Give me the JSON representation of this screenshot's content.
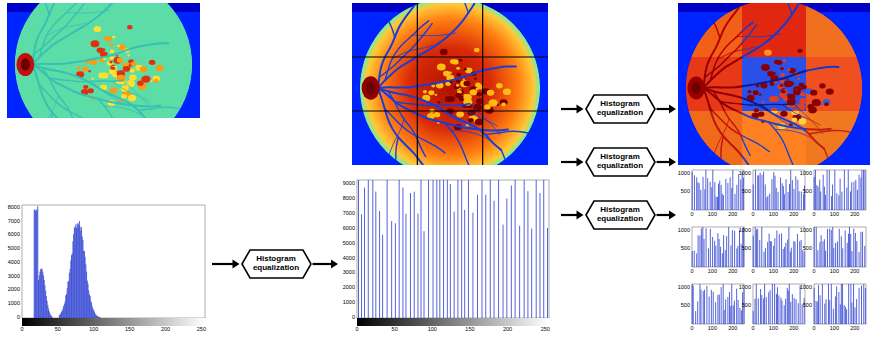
{
  "diagram": {
    "nodes": [
      {
        "text": [
          "Histogram equalization"
        ]
      },
      {
        "text": [
          "Histogram equalization"
        ]
      },
      {
        "text": [
          "Histogram equalization"
        ]
      },
      {
        "text": [
          "Histogram equalization"
        ]
      }
    ],
    "labels": [
      "8000",
      "7000",
      "6000",
      "5000",
      "4000",
      "3000",
      "2000",
      "1000",
      "0",
      "0",
      "50",
      "100",
      "150",
      "200",
      "250",
      "9000",
      "8000",
      "7000",
      "6000",
      "5000",
      "4000",
      "3000",
      "2000",
      "1000",
      "0",
      "0",
      "50",
      "100",
      "150",
      "200",
      "250",
      "1000",
      "500",
      "0",
      "100",
      "200",
      "1000",
      "500",
      "0",
      "100",
      "200",
      "1000",
      "500",
      "0",
      "100",
      "200",
      "1000",
      "500",
      "0",
      "100",
      "200",
      "1000",
      "500",
      "0",
      "100",
      "200",
      "1000",
      "500",
      "0",
      "100",
      "200",
      "1000",
      "500",
      "0",
      "100",
      "200",
      "1000",
      "500",
      "0",
      "100",
      "200",
      "1000",
      "500",
      "0",
      "100",
      "200"
    ]
  }
}
